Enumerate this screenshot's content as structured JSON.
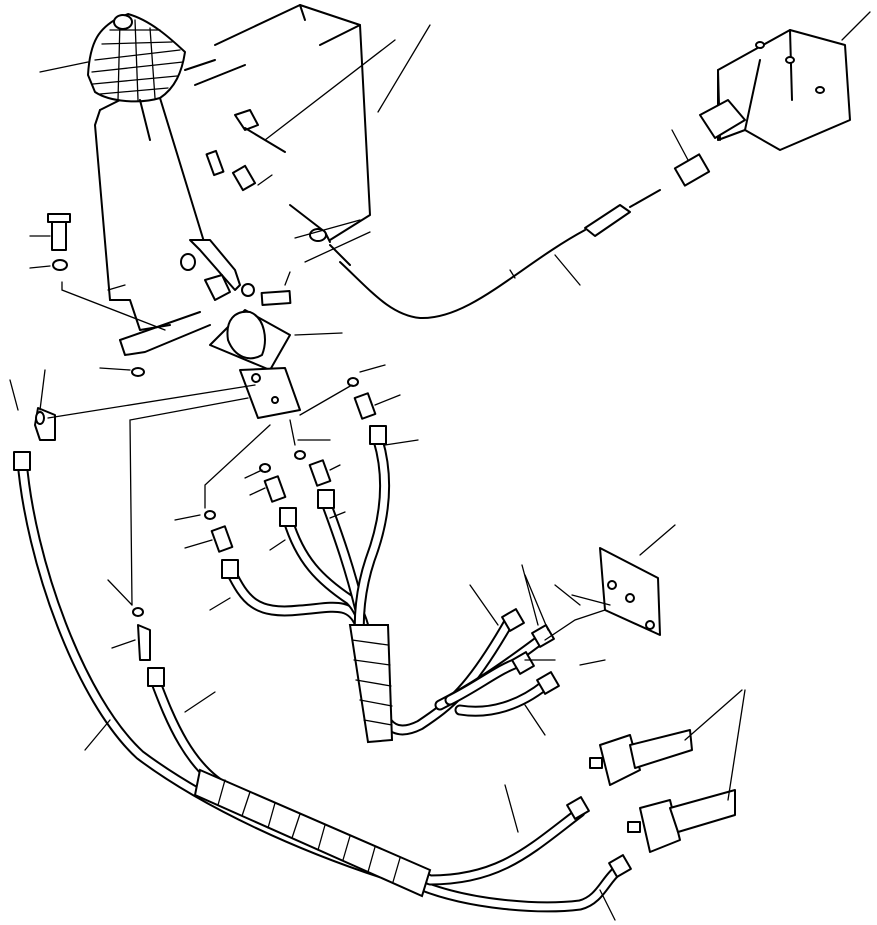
{
  "diagram": {
    "kind": "exploded-parts-illustration",
    "colors": {
      "line": "#000000",
      "background": "#ffffff"
    },
    "parts": [
      "control-lever-boot",
      "control-console-cover",
      "lever-bracket",
      "pilot-valve",
      "mounting-bolt",
      "washer",
      "o-ring",
      "elbow-fitting",
      "straight-fitting",
      "pilot-hose",
      "hose-bundle-wrap",
      "control-cable",
      "cable-end-clevis",
      "main-control-valve",
      "manifold-plate",
      "ppc-valve"
    ]
  }
}
